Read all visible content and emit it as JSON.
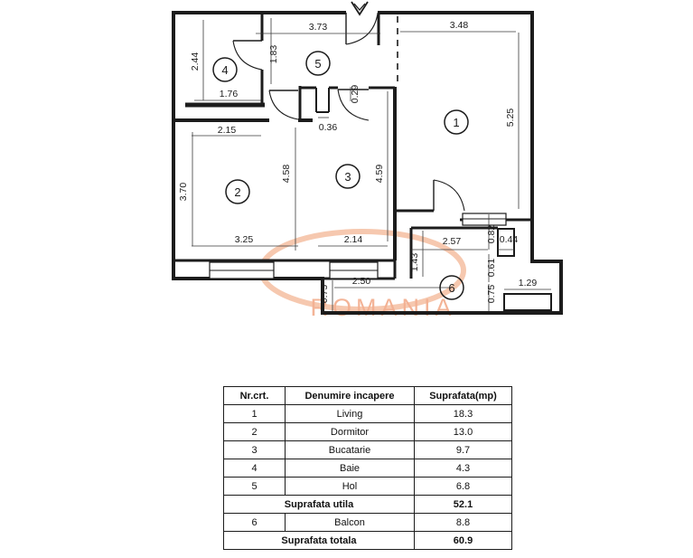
{
  "plan": {
    "watermark": {
      "text": "ROMANIA"
    },
    "colors": {
      "line": "#1c1c1c",
      "watermark_text": "#f3b092",
      "watermark_ellipse": "#f5c2a6"
    },
    "rooms": [
      "1",
      "2",
      "3",
      "4",
      "5",
      "6"
    ],
    "dims": {
      "hol_top": "3.73",
      "living_top": "3.48",
      "baie_left": "2.44",
      "baie_hol": "1.83",
      "baie_bottom": "1.76",
      "notch_h": "0.29",
      "notch_w": "0.36",
      "dorm_top": "2.15",
      "living_right": "5.25",
      "dorm_left": "3.70",
      "dorm_right": "4.58",
      "kitchen_right": "4.59",
      "dorm_bottom": "3.25",
      "kitchen_bottom": "2.14",
      "balcony_top": "2.57",
      "balcony_step_h": "0.82",
      "balcony_step_w": "0.44",
      "balcony_left_h": "1.43",
      "balcony_mid_h": "0.61",
      "balcony_right_h": "0.75",
      "balcony_step_bottom": "1.29",
      "balcony_bottom_w": "2.50",
      "balcony_bottom_left_h": "0.75"
    }
  },
  "table": {
    "headers": [
      "Nr.crt.",
      "Denumire incapere",
      "Suprafata(mp)"
    ],
    "rows": [
      {
        "nr": "1",
        "name": "Living",
        "area": "18.3"
      },
      {
        "nr": "2",
        "name": "Dormitor",
        "area": "13.0"
      },
      {
        "nr": "3",
        "name": "Bucatarie",
        "area": "9.7"
      },
      {
        "nr": "4",
        "name": "Baie",
        "area": "4.3"
      },
      {
        "nr": "5",
        "name": "Hol",
        "area": "6.8"
      }
    ],
    "subtotal": {
      "label": "Suprafata utila",
      "value": "52.1"
    },
    "extra_row": {
      "nr": "6",
      "name": "Balcon",
      "area": "8.8"
    },
    "total": {
      "label": "Suprafata totala",
      "value": "60.9"
    }
  }
}
